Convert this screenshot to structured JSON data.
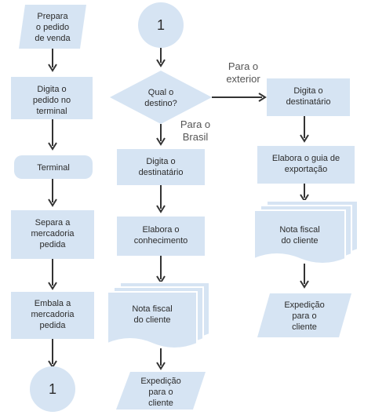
{
  "left": {
    "prepara": [
      "Prepara",
      "o pedido",
      "de venda"
    ],
    "digita_pedido": [
      "Digita o",
      "pedido no",
      "terminal"
    ],
    "terminal": [
      "Terminal"
    ],
    "separa": [
      "Separa a",
      "mercadoria",
      "pedida"
    ],
    "embala": [
      "Embala a",
      "mercadoria",
      "pedida"
    ],
    "connector": "1"
  },
  "middle": {
    "connector": "1",
    "decision": [
      "Qual o",
      "destino?"
    ],
    "para_brasil": [
      "Para o",
      "Brasil"
    ],
    "digita_dest": [
      "Digita o",
      "destinatário"
    ],
    "elabora_conhecimento": [
      "Elabora o",
      "conhecimento"
    ],
    "nota_fiscal": [
      "Nota fiscal",
      "do cliente"
    ],
    "expedicao": [
      "Expedição",
      "para o",
      "cliente"
    ]
  },
  "right": {
    "para_exterior": [
      "Para o",
      "exterior"
    ],
    "digita_dest": [
      "Digita o",
      "destinatário"
    ],
    "elabora_guia": [
      "Elabora o guia de",
      "exportação"
    ],
    "nota_fiscal": [
      "Nota fiscal",
      "do cliente"
    ],
    "expedicao": [
      "Expedição",
      "para o",
      "cliente"
    ]
  }
}
